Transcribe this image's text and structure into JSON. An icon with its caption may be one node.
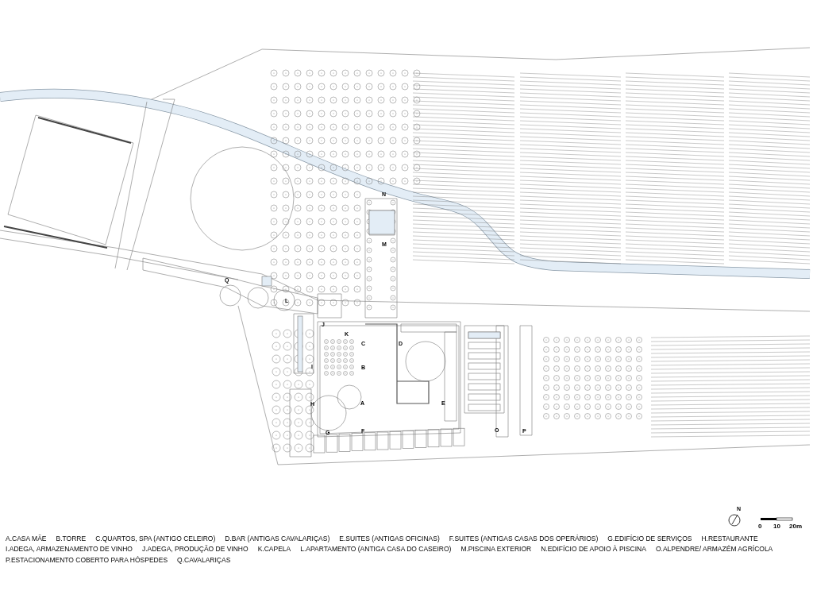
{
  "diagram": {
    "labels": [
      "N",
      "M",
      "Q",
      "L",
      "J",
      "K",
      "C",
      "D",
      "I",
      "B",
      "H",
      "A",
      "E",
      "G",
      "F",
      "O",
      "P",
      "N",
      "0",
      "10",
      "20m",
      "A.CASA MÃE",
      "B.TORRE",
      "C.QUARTOS, SPA (ANTIGO CELEIRO)",
      "D.BAR (ANTIGAS CAVALARIÇAS)",
      "E.SUITES (ANTIGAS OFICINAS)",
      "F.SUITES (ANTIGAS CASAS DOS OPERÁRIOS)",
      "G.EDIFÍCIO DE SERVIÇOS",
      "H.RESTAURANTE",
      "I.ADEGA, ARMAZENAMENTO DE VINHO",
      "J.ADEGA, PRODUÇÃO DE VINHO",
      "K.CAPELA",
      "L.APARTAMENTO (ANTIGA CASA DO CASEIRO)",
      "M.PISCINA EXTERIOR",
      "N.EDIFÍCIO DE APOIO À PISCINA",
      "O.ALPENDRE/ ARMAZÉM AGRÍCOLA",
      "P.ESTACIONAMENTO COBERTO PARA HÓSPEDES",
      "Q.CAVALARIÇAS"
    ]
  }
}
